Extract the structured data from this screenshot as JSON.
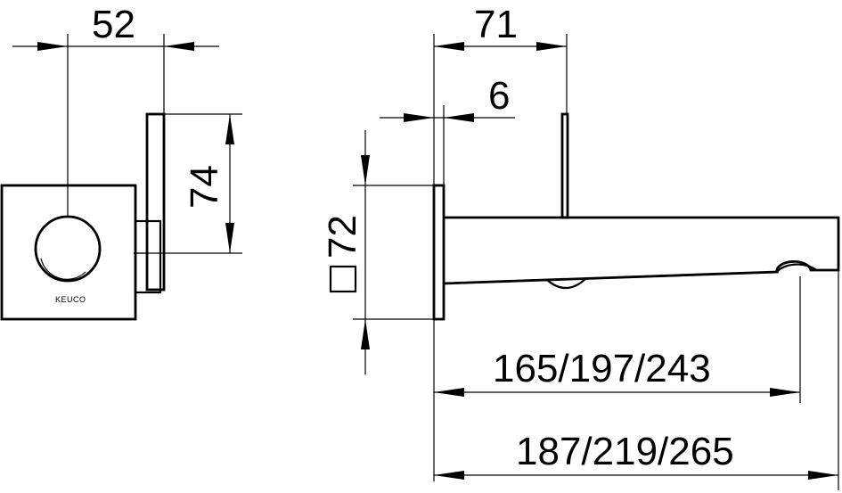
{
  "dimensions": {
    "width_52": "52",
    "width_71": "71",
    "width_6": "6",
    "height_74": "74",
    "square_72": "72",
    "length_short": "165/197/243",
    "length_long": "187/219/265"
  },
  "brand": {
    "logo_text": "KEUCO"
  },
  "colors": {
    "ink": "#000000",
    "paper": "#ffffff"
  }
}
